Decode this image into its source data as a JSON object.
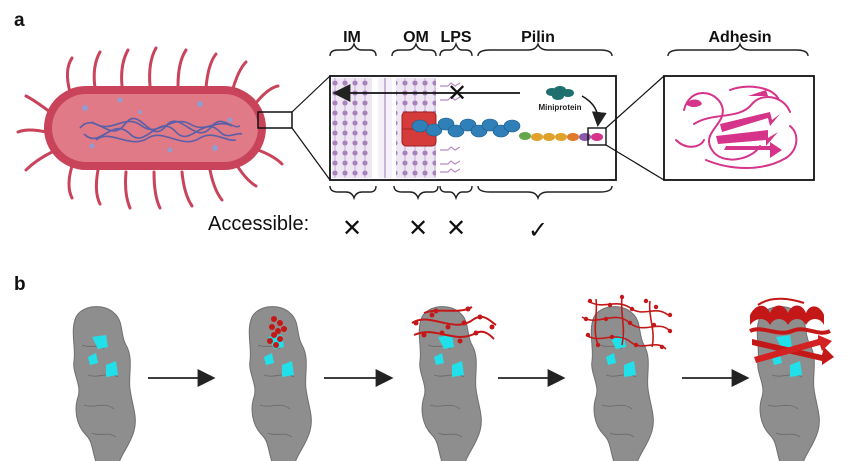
{
  "panel_a": {
    "letter": "a",
    "regions": {
      "im": "IM",
      "om": "OM",
      "lps": "LPS",
      "pilin": "Pilin",
      "adhesin": "Adhesin"
    },
    "miniprotein_label": "Miniprotein",
    "accessible_label": "Accessible:",
    "marks": {
      "im": "✕",
      "om": "✕",
      "lps": "✕",
      "pilin": "✓"
    },
    "colors": {
      "bacterium": "#c9435a",
      "membrane": "#b58bc4",
      "barrel": "#d63b3b",
      "pilus": "#2f7fb8",
      "adhesin": "#d6338a",
      "miniprotein": "#1f6f6f"
    }
  },
  "panel_b": {
    "letter": "b",
    "step_count_icons": "arrow-icon",
    "colors": {
      "surface": "#8e8e8e",
      "site": "#21e0ea",
      "binder": "#c41818"
    }
  }
}
